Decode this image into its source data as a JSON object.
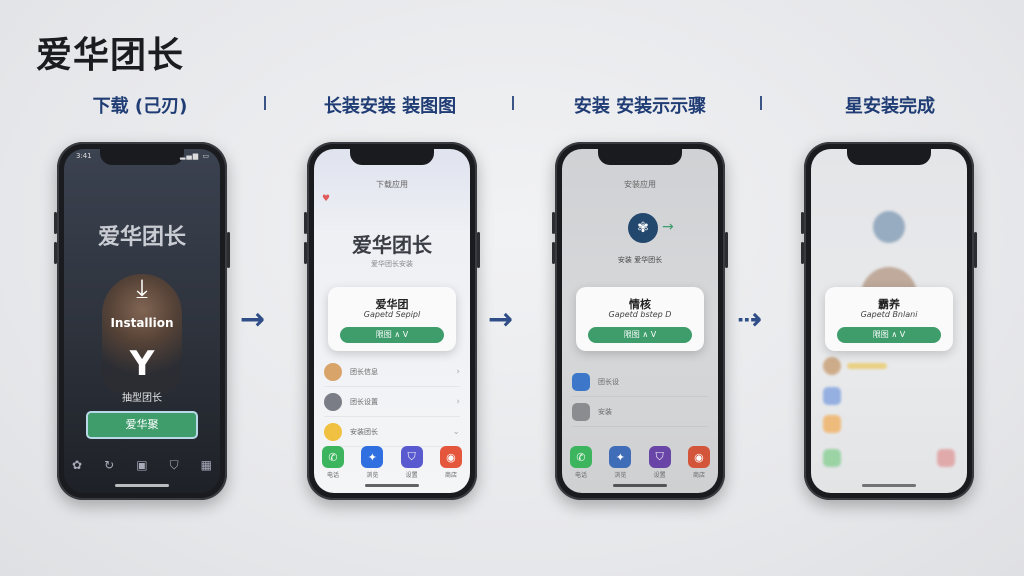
{
  "page": {
    "title": "爱华团长"
  },
  "steps": [
    {
      "label": "下载 (己刃)"
    },
    {
      "label": "长装安装 装图图"
    },
    {
      "label": "安装 安装示示骤"
    },
    {
      "label": "星安装完成"
    }
  ],
  "separators": [
    "I",
    "I",
    "I"
  ],
  "phone1": {
    "time": "3:41",
    "app_name": "爱华团长",
    "install_text": "Installion",
    "sub_text": "抽型团长",
    "cta_label": "爱华聚"
  },
  "phone2": {
    "top_text": "下载应用",
    "app_name": "爱华团长",
    "app_sub": "爱华团长安装",
    "card_title": "爱华团",
    "card_sub": "Gapetd Sepipl",
    "card_button": "限图 ∧ V",
    "list": [
      {
        "text": "团长信息"
      },
      {
        "text": "团长设置"
      },
      {
        "text": "安装团长"
      }
    ],
    "dock": [
      "电话",
      "浏览",
      "设置",
      "商店"
    ]
  },
  "phone3": {
    "top_text": "安装应用",
    "caption": "安装 爱华团长",
    "card_title": "情核",
    "card_sub": "Gapetd bstep D",
    "card_button": "限图 ∧ V",
    "list": [
      {
        "text": "团长设"
      },
      {
        "text": "安装"
      }
    ],
    "dock": [
      "电话",
      "浏览",
      "设置",
      "商店"
    ]
  },
  "phone4": {
    "card_title": "霸养",
    "card_sub": "Gapetd Bnlani",
    "card_button": "限图 ∧ V"
  },
  "colors": {
    "accent_green": "#3f9d6c",
    "step_blue": "#1f3c74",
    "arrow_blue": "#2f4d86"
  }
}
